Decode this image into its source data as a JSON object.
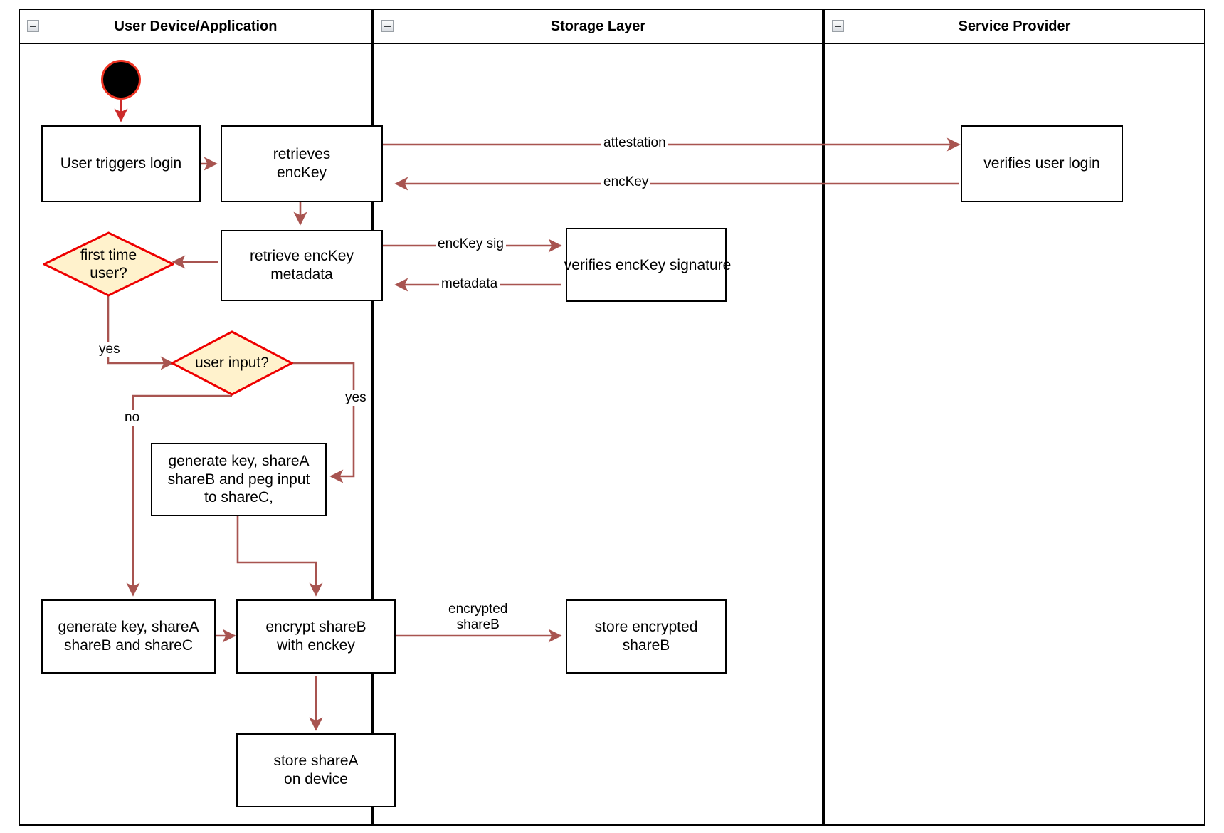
{
  "diagram": {
    "type": "uml-activity-swimlane",
    "accent_edge_color": "#a85450",
    "decision_fill": "#fff2cc",
    "decision_stroke": "#ee0000",
    "start_node_fill": "#000000",
    "start_node_stroke": "#ee3322"
  },
  "lanes": [
    {
      "id": "user-device",
      "title": "User Device/Application",
      "collapse_icon": "minus-icon"
    },
    {
      "id": "storage-layer",
      "title": "Storage Layer",
      "collapse_icon": "minus-icon"
    },
    {
      "id": "service-provider",
      "title": "Service Provider",
      "collapse_icon": "minus-icon"
    }
  ],
  "nodes": {
    "start": {
      "name": "start-node",
      "label": ""
    },
    "user_triggers_login": {
      "label": "User triggers login"
    },
    "retrieves_enckey": {
      "label": "retrieves\nencKey"
    },
    "verifies_user_login": {
      "label": "verifies user login"
    },
    "retrieve_enckey_metadata": {
      "label": "retrieve encKey\nmetadata"
    },
    "verifies_enckey_signature": {
      "label": "verifies encKey signature"
    },
    "first_time_user": {
      "label": "first time\nuser?"
    },
    "user_input": {
      "label": "user input?"
    },
    "generate_key_peg": {
      "label": "generate key, shareA\nshareB and peg input\nto shareC,"
    },
    "generate_key_shares": {
      "label": "generate key, shareA\nshareB and shareC"
    },
    "encrypt_shareb": {
      "label": "encrypt shareB\nwith enckey"
    },
    "store_encrypted_shareb": {
      "label": "store encrypted\nshareB"
    },
    "store_sharea": {
      "label": "store shareA\non device"
    }
  },
  "edge_labels": {
    "attestation": "attestation",
    "enckey": "encKey",
    "enckey_sig": "encKey sig",
    "metadata": "metadata",
    "yes_first_time": "yes",
    "yes_user_input": "yes",
    "no_user_input": "no",
    "encrypted_shareb": "encrypted\nshareB"
  }
}
